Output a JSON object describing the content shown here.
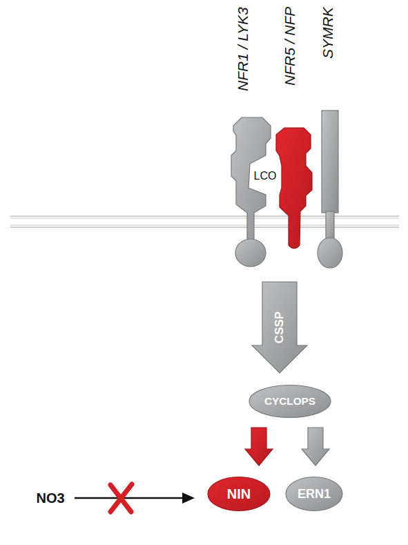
{
  "diagram": {
    "nodes": [
      {
        "text": [
          "NFR1 / LYK3"
        ]
      },
      {
        "text": [
          "NFR5 / NFP"
        ]
      },
      {
        "text": [
          "SYMRK"
        ]
      },
      {
        "text": [
          "CSSP"
        ]
      },
      {
        "text": [
          "CYCLOPS"
        ]
      },
      {
        "text": [
          "NIN"
        ]
      },
      {
        "text": [
          "ERN1"
        ]
      }
    ],
    "edges": [
      {
        "from": 4,
        "to": 5,
        "arrow": "to"
      },
      {
        "from": 4,
        "to": 6,
        "arrow": "to"
      }
    ],
    "labels": [
      "LCO",
      "NO3"
    ]
  }
}
